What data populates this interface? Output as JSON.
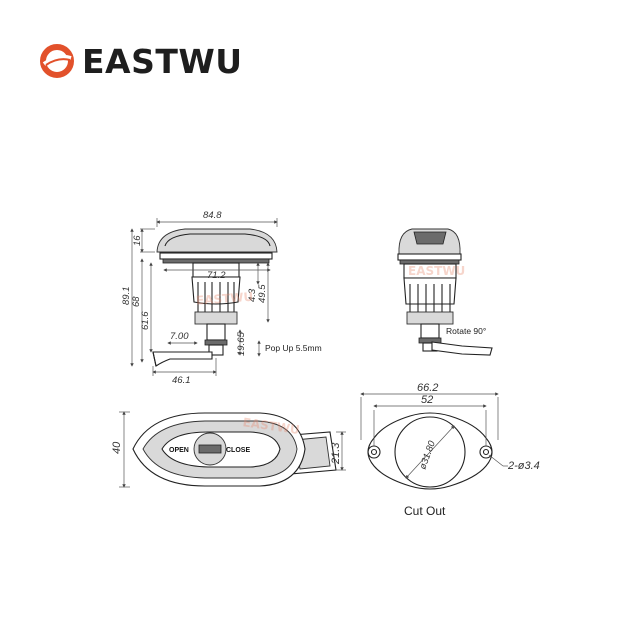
{
  "brand": {
    "name": "EASTWU",
    "logo_color": "#e2512b",
    "watermark": "EASTWU"
  },
  "front_view": {
    "dim_width_top": "84.8",
    "dim_cap_height": "16",
    "dim_total_height": "89.1",
    "dim_height_68": "68",
    "dim_height_61_6": "61.6",
    "dim_flange_width": "71.2",
    "dim_body_43": "4.3",
    "dim_body_49_5": "49.5",
    "dim_cam_7": "7.00",
    "dim_19_65": "19.65",
    "dim_bottom_46_1": "46.1",
    "pop_up_note": "Pop Up 5.5mm"
  },
  "side_view": {
    "rotate_note": "Rotate 90°"
  },
  "top_view": {
    "dim_height_40": "40",
    "dim_cam_21_3": "21.3",
    "dial_open": "OPEN",
    "dial_close": "CLOSE"
  },
  "cutout": {
    "dim_overall_66_2": "66.2",
    "dim_holes_52": "52",
    "dim_bore": "ø31.80",
    "dim_holes_note": "2-ø3.4",
    "caption": "Cut Out"
  }
}
